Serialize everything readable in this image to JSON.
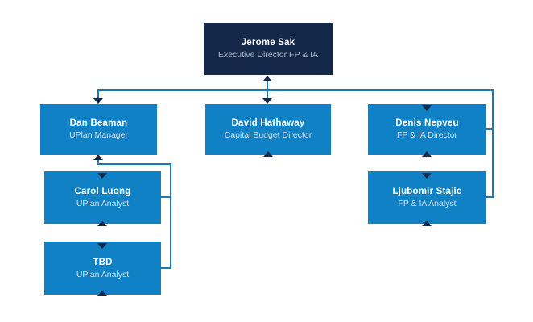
{
  "org": {
    "connector_style": "double-arrow elbow connectors",
    "colors": {
      "background": "#ffffff",
      "dark": "#14294a",
      "blue": "#0f81c4",
      "line": "#1a79ba",
      "arrow": "#14294a",
      "name_text": "#ffffff",
      "subtitle_on_dark": "#aab8ca",
      "subtitle_on_blue": "#cde2f2"
    },
    "nodes": [
      {
        "name": "Jerome Sak",
        "title": "Executive Director FP & IA",
        "variant": "dark",
        "level": 1
      },
      {
        "name": "Dan Beaman",
        "title": "UPlan Manager",
        "variant": "blue",
        "level": 2
      },
      {
        "name": "David Hathaway",
        "title": "Capital Budget Director",
        "variant": "blue",
        "level": 2
      },
      {
        "name": "Denis Nepveu",
        "title": "FP & IA Director",
        "variant": "blue",
        "level": 2
      },
      {
        "name": "Carol Luong",
        "title": "UPlan Analyst",
        "variant": "blue",
        "level": 3
      },
      {
        "name": "Ljubomir Stajic",
        "title": "FP & IA Analyst",
        "variant": "blue",
        "level": 3
      },
      {
        "name": "TBD",
        "title": "UPlan Analyst",
        "variant": "blue",
        "level": 3
      }
    ],
    "edges": [
      {
        "from": "Jerome Sak",
        "to": "Dan Beaman"
      },
      {
        "from": "Jerome Sak",
        "to": "David Hathaway"
      },
      {
        "from": "Jerome Sak",
        "to": "Denis Nepveu"
      },
      {
        "from": "Dan Beaman",
        "to": "Carol Luong"
      },
      {
        "from": "Dan Beaman",
        "to": "TBD"
      },
      {
        "from": "Denis Nepveu",
        "to": "Ljubomir Stajic"
      }
    ]
  }
}
